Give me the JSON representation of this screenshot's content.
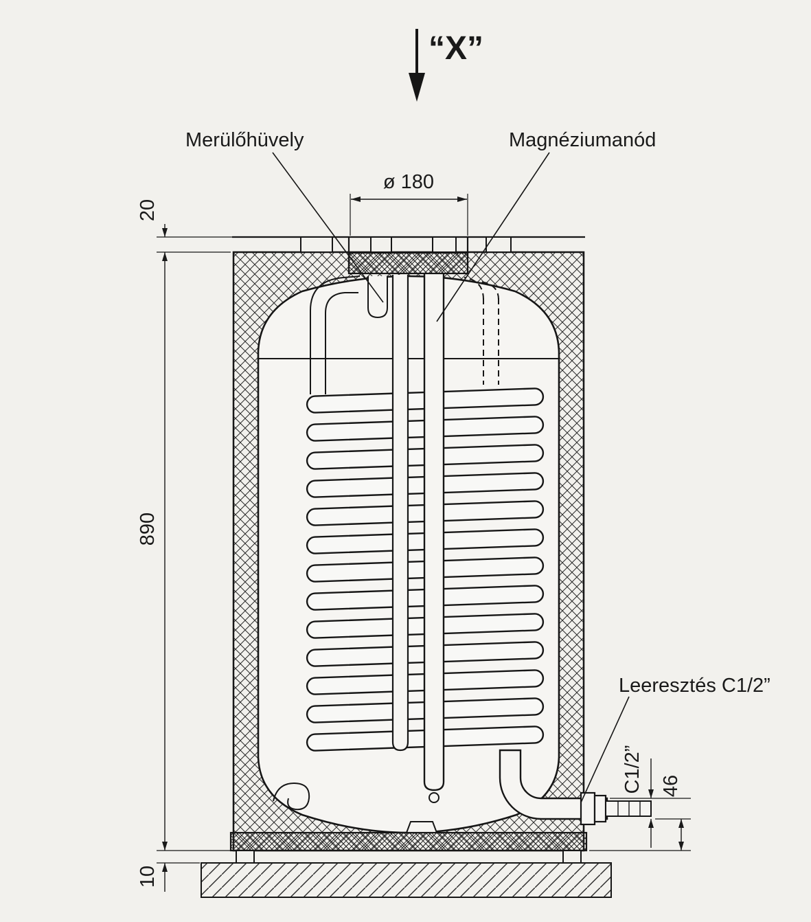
{
  "view": {
    "label": "“X”"
  },
  "labels": {
    "immersion_sleeve": "Merülőhüvely",
    "magnesium_anode": "Magnéziumanód",
    "drain": "Leeresztés C1/2”"
  },
  "dimensions": {
    "opening_diameter": "ø 180",
    "top_gap": "20",
    "body_height": "890",
    "base_gap": "10",
    "drain_thread": "C1/2”",
    "drain_offset": "46"
  },
  "colors": {
    "paper": "#f2f1ed",
    "ink": "#1a1a1a"
  }
}
